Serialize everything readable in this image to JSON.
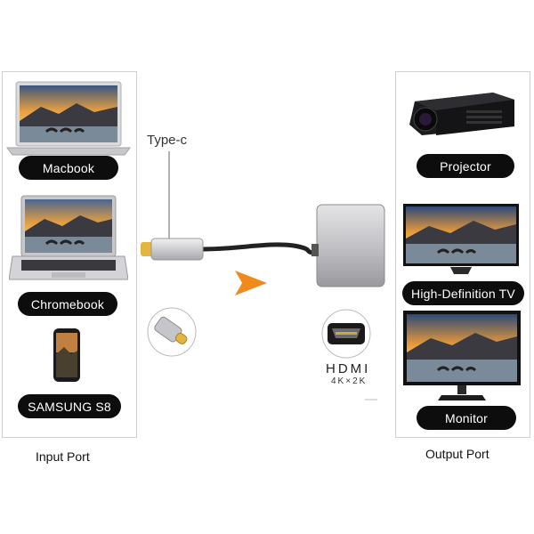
{
  "input_port": {
    "title": "Input Port",
    "devices": [
      {
        "label": "Macbook",
        "icon": "laptop-icon"
      },
      {
        "label": "Chromebook",
        "icon": "laptop-icon"
      },
      {
        "label": "SAMSUNG S8",
        "icon": "smartphone-icon"
      }
    ]
  },
  "output_port": {
    "title": "Output Port",
    "devices": [
      {
        "label": "Projector",
        "icon": "projector-icon"
      },
      {
        "label": "High-Definition TV",
        "icon": "tv-icon"
      },
      {
        "label": "Monitor",
        "icon": "monitor-icon"
      }
    ]
  },
  "adapter": {
    "connector_label": "Type-c",
    "hdmi_label": "HDMI",
    "hdmi_resolution": "4K×2K"
  },
  "colors": {
    "pill_bg": "#0d0d0d",
    "arrow": "#f08a1c",
    "cable": "#222222",
    "adapter_body": "#c7c7c9"
  }
}
